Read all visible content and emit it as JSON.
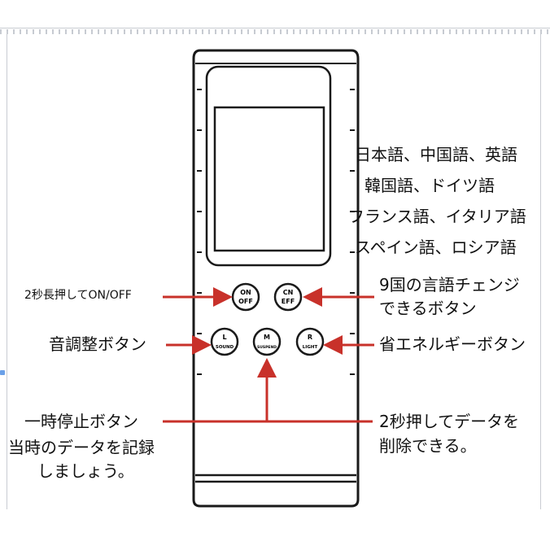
{
  "device": {
    "buttons": [
      {
        "id": "on-off",
        "line1": "ON",
        "line2": "OFF"
      },
      {
        "id": "cn-eff",
        "line1": "CN",
        "line2": "EFF"
      },
      {
        "id": "l-sound",
        "line1": "L",
        "line2": "SOUND"
      },
      {
        "id": "m-suspend",
        "line1": "M",
        "line2": "SUSPEND"
      },
      {
        "id": "r-light",
        "line1": "R",
        "line2": "LIGHT"
      }
    ]
  },
  "languages": {
    "line1": "日本語、中国語、英語",
    "line2": "韓国語、ドイツ語",
    "line3": "フランス語、イタリア語",
    "line4": "スペイン語、ロシア語"
  },
  "annotations": {
    "power": "2秒長押してON/OFF",
    "language_change_1": "9国の言語チェンジ",
    "language_change_2": "できるボタン",
    "sound": "音調整ボタン",
    "energy_save": "省エネルギーボタン",
    "pause_1": "一時停止ボタン",
    "pause_2": "当時のデータを記録",
    "pause_3": "しましょう。",
    "delete_1": "2秒押してデータを",
    "delete_2": "削除できる。"
  },
  "colors": {
    "arrow": "#c8312a",
    "outline": "#1a1a1a"
  }
}
